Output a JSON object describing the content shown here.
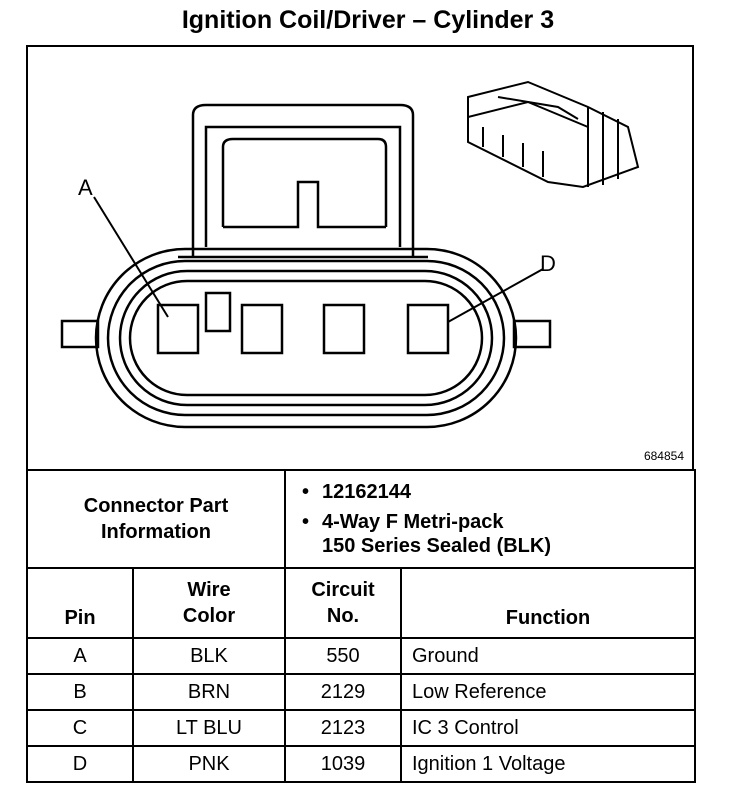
{
  "title": "Ignition Coil/Driver – Cylinder 3",
  "figure": {
    "id": "684854",
    "callouts": {
      "a": "A",
      "d": "D"
    }
  },
  "connector": {
    "label_line1": "Connector Part",
    "label_line2": "Information",
    "bullet": "•",
    "part_number": "12162144",
    "desc_line1": "4-Way F Metri-pack",
    "desc_line2": "150 Series Sealed (BLK)"
  },
  "table": {
    "headers": {
      "pin": "Pin",
      "wire_color_1": "Wire",
      "wire_color_2": "Color",
      "circuit_1": "Circuit",
      "circuit_2": "No.",
      "function": "Function"
    },
    "rows": [
      {
        "pin": "A",
        "wire": "BLK",
        "circuit": "550",
        "function": "Ground"
      },
      {
        "pin": "B",
        "wire": "BRN",
        "circuit": "2129",
        "function": "Low Reference"
      },
      {
        "pin": "C",
        "wire": "LT BLU",
        "circuit": "2123",
        "function": "IC 3 Control"
      },
      {
        "pin": "D",
        "wire": "PNK",
        "circuit": "1039",
        "function": "Ignition 1 Voltage"
      }
    ]
  }
}
